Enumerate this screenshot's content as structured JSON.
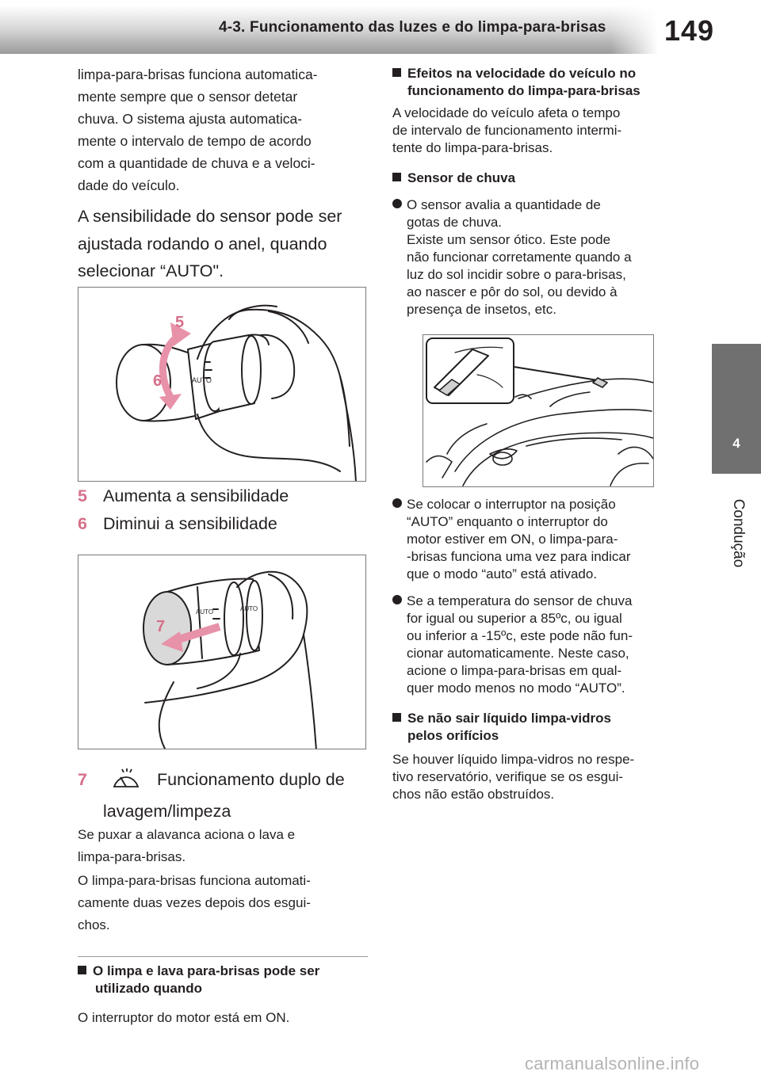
{
  "header": {
    "title": "4-3. Funcionamento das luzes e do limpa-para-brisas",
    "page_number": "149"
  },
  "side_tab": {
    "number": "4",
    "label": "Condução"
  },
  "left": {
    "intro": [
      "limpa-para-brisas funciona automatica-",
      "mente sempre que o sensor detetar",
      "chuva. O sistema ajusta automatica-",
      "mente o intervalo de tempo de acordo",
      "com a quantidade de chuva e a veloci-",
      "dade do veículo."
    ],
    "sensitivity": [
      "A sensibilidade do sensor pode ser",
      "ajustada rodando o anel, quando",
      "selecionar “AUTO\"."
    ],
    "fig1_labels": {
      "up": "5",
      "down": "6"
    },
    "item5": {
      "num": "5",
      "text": "Aumenta a sensibilidade"
    },
    "item6": {
      "num": "6",
      "text": "Diminui a sensibilidade"
    },
    "fig2_label": "7",
    "item7": {
      "num": "7",
      "text_a": "Funcionamento duplo de",
      "text_b": "lavagem/limpeza"
    },
    "pull_text": [
      "Se puxar a alavanca aciona o lava e",
      "limpa-para-brisas."
    ],
    "auto_text": [
      "O limpa-para-brisas funciona automati-",
      "camente duas vezes depois dos esgui-",
      "chos."
    ],
    "usable_head": [
      "O limpa e lava para-brisas pode ser",
      "utilizado quando"
    ],
    "usable_text": "O interruptor do motor está em ON."
  },
  "right": {
    "speed_head": [
      "Efeitos na velocidade do veículo no",
      "funcionamento do limpa-para-brisas"
    ],
    "speed_text": [
      "A velocidade do veículo afeta o tempo",
      "de intervalo de funcionamento intermi-",
      "tente do limpa-para-brisas."
    ],
    "rain_head": "Sensor de chuva",
    "bullet1": [
      "O sensor avalia a quantidade de",
      "gotas de chuva.",
      "Existe um sensor ótico. Este pode",
      "não funcionar corretamente quando a",
      "luz do sol incidir sobre o para-brisas,",
      "ao nascer e pôr do sol, ou devido à",
      "presença de insetos, etc."
    ],
    "bullet2": [
      "Se colocar o interruptor na posição",
      "“AUTO” enquanto o interruptor do",
      "motor estiver em ON, o limpa-para-",
      "-brisas funciona uma vez para indicar",
      "que o modo “auto” está ativado."
    ],
    "bullet3": [
      "Se a temperatura do sensor de chuva",
      "for igual ou superior a 85ºc, ou igual",
      "ou inferior a -15ºc, este pode não fun-",
      "cionar automaticamente. Neste caso,",
      "acione o limpa-para-brisas em qual-",
      "quer modo menos no modo “AUTO”."
    ],
    "fluid_head": [
      "Se não sair líquido limpa-vidros",
      "pelos orifícios"
    ],
    "fluid_text": [
      "Se houver líquido limpa-vidros no respe-",
      "tivo reservatório, verifique se os esgui-",
      "chos não estão obstruídos."
    ]
  },
  "watermark": "carmanualsonline.info"
}
